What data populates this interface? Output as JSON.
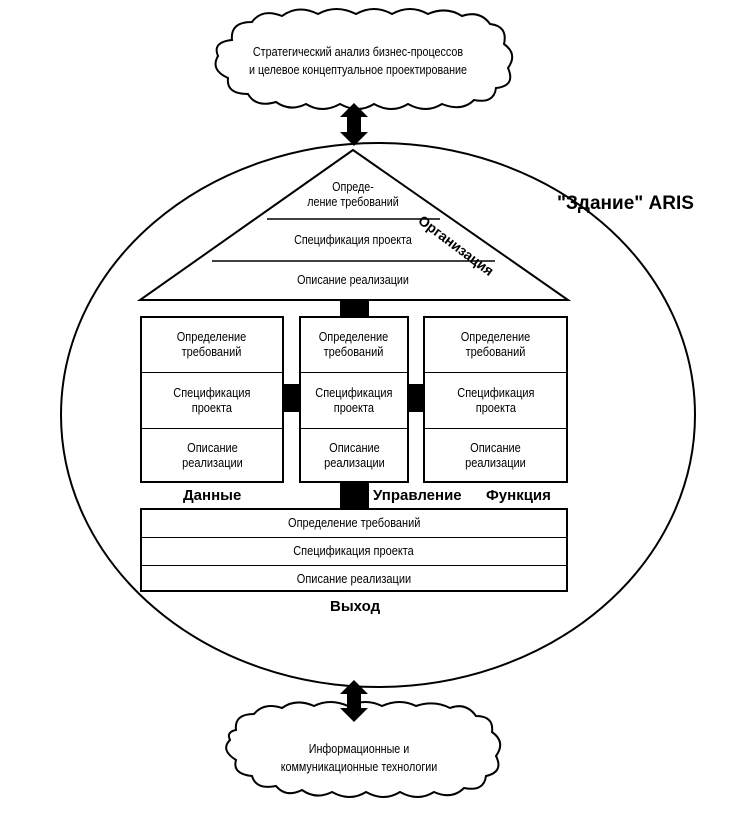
{
  "top_cloud": {
    "line1": "Стратегический анализ бизнес-процессов",
    "line2": "и целевое концептуальное проектирование"
  },
  "bottom_cloud": {
    "line1": "Информационные и",
    "line2": "коммуникационные технологии"
  },
  "title": "\"Здание\" ARIS",
  "roof": {
    "label": "Организация",
    "level1": "Опреде-\nление требований",
    "level2": "Спецификация проекта",
    "level3": "Описание реализации"
  },
  "data_column": {
    "label": "Данные",
    "level1": "Определение\nтребований",
    "level2": "Спецификация\nпроекта",
    "level3": "Описание\nреализации"
  },
  "control_column": {
    "label": "Управление",
    "level1": "Определение\nтребований",
    "level2": "Спецификация\nпроекта",
    "level3": "Описание\nреализации"
  },
  "function_column": {
    "label": "Функция",
    "level1": "Определение\nтребований",
    "level2": "Спецификация\nпроекта",
    "level3": "Описание\nреализации"
  },
  "output": {
    "label": "Выход",
    "level1": "Определение требований",
    "level2": "Спецификация проекта",
    "level3": "Описание реализации"
  },
  "icons": [
    "double-arrow-icon",
    "double-arrow-icon"
  ]
}
